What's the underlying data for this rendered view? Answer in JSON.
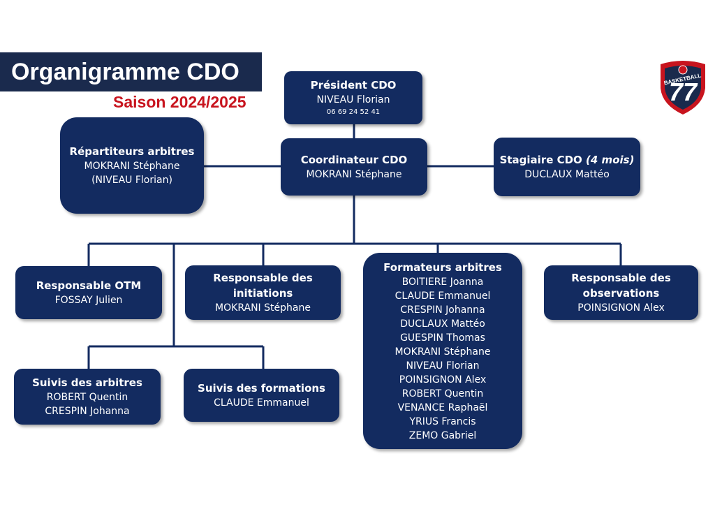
{
  "header": {
    "title": "Organigramme CDO",
    "season": "Saison 2024/2025"
  },
  "logo": {
    "text": "BASKETBALL",
    "number": "77"
  },
  "colors": {
    "box": "#132b60",
    "title_bg": "#1a2a4d",
    "season": "#c8141e",
    "lines": "#132b60"
  },
  "nodes": {
    "president": {
      "title": "Président CDO",
      "name": "NIVEAU Florian",
      "phone": "06 69 24 52 41"
    },
    "coordinateur": {
      "title": "Coordinateur CDO",
      "name": "MOKRANI Stéphane"
    },
    "repartiteurs": {
      "title": "Répartiteurs arbitres",
      "name": "MOKRANI Stéphane",
      "name2": "(NIVEAU Florian)"
    },
    "stagiaire": {
      "title": "Stagiaire CDO",
      "title_note": "(4 mois)",
      "name": "DUCLAUX Mattéo"
    },
    "otm": {
      "title": "Responsable OTM",
      "name": "FOSSAY Julien"
    },
    "initiations": {
      "title1": "Responsable des",
      "title2": "initiations",
      "name": "MOKRANI Stéphane"
    },
    "formateurs": {
      "title": "Formateurs arbitres",
      "members": [
        "BOITIERE Joanna",
        "CLAUDE Emmanuel",
        "CRESPIN Johanna",
        "DUCLAUX Mattéo",
        "GUESPIN Thomas",
        "MOKRANI Stéphane",
        "NIVEAU Florian",
        "POINSIGNON Alex",
        "ROBERT Quentin",
        "VENANCE Raphaël",
        "YRIUS Francis",
        "ZEMO Gabriel"
      ]
    },
    "observations": {
      "title1": "Responsable des",
      "title2": "observations",
      "name": "POINSIGNON Alex"
    },
    "suivis_arbitres": {
      "title": "Suivis des arbitres",
      "name": "ROBERT Quentin",
      "name2": "CRESPIN Johanna"
    },
    "suivis_formations": {
      "title": "Suivis des formations",
      "name": "CLAUDE Emmanuel"
    }
  }
}
